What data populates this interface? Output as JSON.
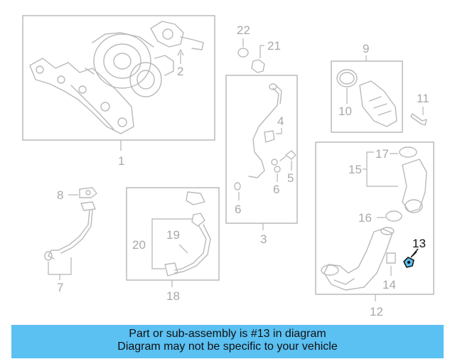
{
  "callouts": {
    "c1": "1",
    "c2": "2",
    "c3": "3",
    "c4": "4",
    "c5": "5",
    "c6a": "6",
    "c6b": "6",
    "c7": "7",
    "c8": "8",
    "c9": "9",
    "c10": "10",
    "c11": "11",
    "c12": "12",
    "c13": "13",
    "c14": "14",
    "c15": "15",
    "c16": "16",
    "c17": "17",
    "c18": "18",
    "c19": "19",
    "c20": "20",
    "c21": "21",
    "c22": "22"
  },
  "highlight": {
    "part_number": "13",
    "color": "#5bc0f2"
  },
  "banner": {
    "line1": "Part or sub-assembly is #13 in diagram",
    "line2": "Diagram may not be specific to your vehicle",
    "background": "#5bc0f2"
  }
}
